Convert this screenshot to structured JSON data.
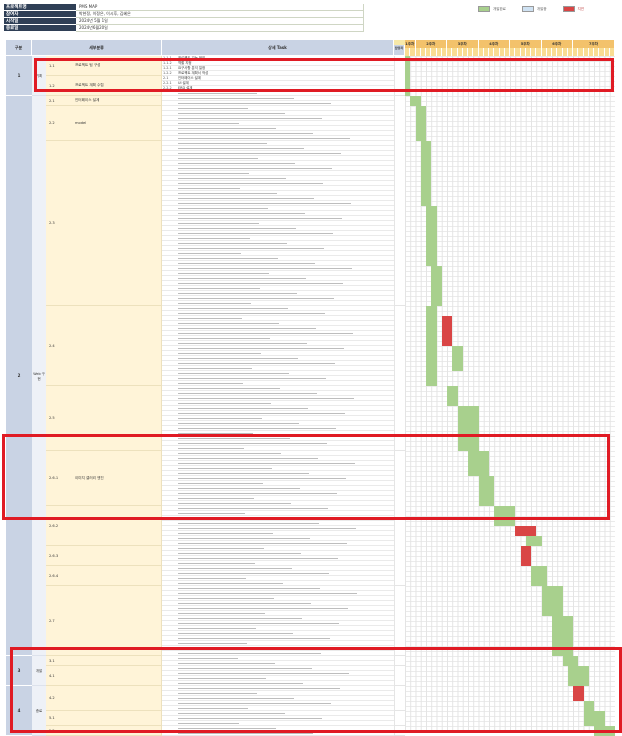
{
  "info": [
    {
      "label": "프로젝트명",
      "value": "PMS MAP"
    },
    {
      "label": "참여자",
      "value": "박현정, 이정은, 이시후, 김혜은"
    },
    {
      "label": "시작일",
      "value": "2024년 5월 1일"
    },
    {
      "label": "종료일",
      "value": "2024년6월20일"
    }
  ],
  "legend": [
    {
      "label": "개발완료",
      "color": "#a8d08d"
    },
    {
      "label": "개발중",
      "color": "#cfe2f3"
    },
    {
      "label": "지연",
      "color": "#d94545"
    }
  ],
  "header": {
    "num": "구분",
    "sub": "세부분류",
    "task": "상세 Task",
    "owner": "담당자",
    "rank": "진행 순서"
  },
  "months": [
    "1주차",
    "2주차",
    "3주차",
    "4주차",
    "5주차",
    "6주차",
    "7주차"
  ],
  "sections": [
    {
      "num": "1",
      "cat": "기획",
      "start": 0,
      "end": 8
    },
    {
      "num": "2",
      "cat": "Web 구현",
      "start": 8,
      "end": 120
    },
    {
      "num": "3",
      "cat": "개발",
      "start": 120,
      "end": 126
    },
    {
      "num": "4",
      "cat": "종료",
      "start": 126,
      "end": 136
    }
  ],
  "subs": [
    {
      "id": "1.1",
      "name": "프로젝트 팀 구성",
      "start": 0,
      "end": 4
    },
    {
      "id": "1.2",
      "name": "프로젝트 계획 수립",
      "start": 4,
      "end": 8
    },
    {
      "id": "2.1",
      "name": "인터페이스 설계",
      "start": 8,
      "end": 10
    },
    {
      "id": "2.2",
      "name": "model",
      "start": 10,
      "end": 17
    },
    {
      "id": "2.3",
      "name": "",
      "start": 17,
      "end": 50
    },
    {
      "id": "2.4",
      "name": "",
      "start": 50,
      "end": 66
    },
    {
      "id": "2.5",
      "name": "",
      "start": 66,
      "end": 79
    },
    {
      "id": "2.6.1",
      "name": "이미지 갤러리 엔진",
      "start": 79,
      "end": 90
    },
    {
      "id": "2.6.2",
      "name": "",
      "start": 90,
      "end": 98
    },
    {
      "id": "2.6.3",
      "name": "",
      "start": 98,
      "end": 102
    },
    {
      "id": "2.6.4",
      "name": "",
      "start": 102,
      "end": 106
    },
    {
      "id": "2.7",
      "name": "",
      "start": 106,
      "end": 120
    },
    {
      "id": "3.1",
      "name": "",
      "start": 120,
      "end": 122
    },
    {
      "id": "4.1",
      "name": "",
      "start": 122,
      "end": 126
    },
    {
      "id": "4.2",
      "name": "",
      "start": 126,
      "end": 131
    },
    {
      "id": "5.1",
      "name": "",
      "start": 131,
      "end": 134
    },
    {
      "id": "5.2",
      "name": "",
      "start": 134,
      "end": 136
    }
  ],
  "tasks": [
    {
      "id": "1.1.1",
      "text": "프로젝트 기능 정의"
    },
    {
      "id": "1.1.2",
      "text": "역할 지정"
    },
    {
      "id": "1.2.1",
      "text": "요구사항 분석 일정"
    },
    {
      "id": "1.2.2",
      "text": "프로젝트 계획서 작성"
    },
    {
      "id": "2.1",
      "text": "인터페이스 설계"
    },
    {
      "id": "2.2.1",
      "text": "UI 설계"
    },
    {
      "id": "2.2.2",
      "text": "ERD 설계"
    }
  ],
  "red_frames": [
    {
      "name": "frame-planning"
    },
    {
      "name": "frame-gallery"
    },
    {
      "name": "frame-closing"
    }
  ]
}
